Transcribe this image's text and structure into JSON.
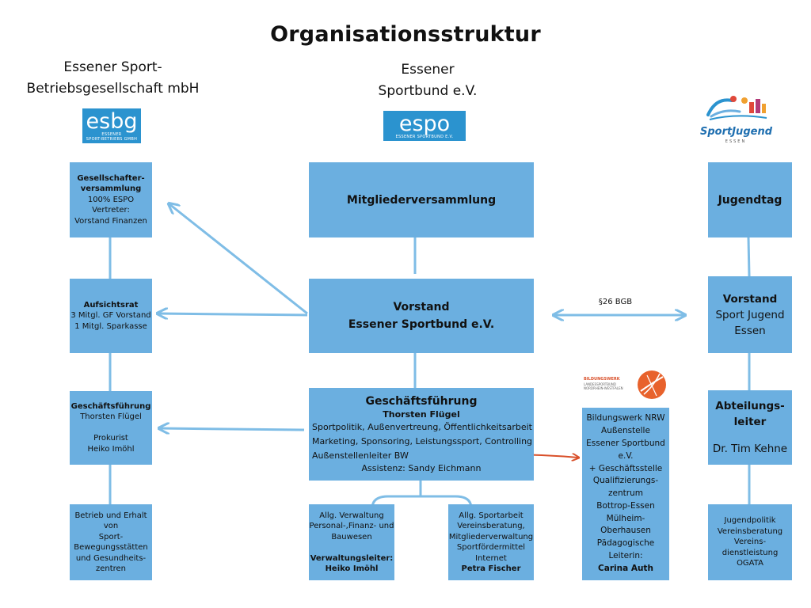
{
  "title": "Organisationsstruktur",
  "left_org_name": "Essener Sport-\nBetriebsgesellschaft mbH",
  "center_org_name": "Essener\nSportbund e.V.",
  "logos": {
    "esbg": {
      "main": "esbg",
      "sub": "ESSENER\nSPORT-BETRIEBS GMBH"
    },
    "espo": {
      "main": "espo",
      "sub": "ESSENER SPORTBUND E.V."
    },
    "sportjugend": {
      "main": "SportJugend",
      "sub": "ESSEN"
    },
    "bildungswerk": {
      "main": "BILDUNGSWERK",
      "sub": "LANDESSPORTBUND\nNORDRHEIN-WESTFALEN"
    }
  },
  "left": {
    "gesellschafter": [
      "Gesellschafter-",
      "versammlung",
      "100% ESPO",
      "Vertreter:",
      "Vorstand Finanzen"
    ],
    "aufsichtsrat": [
      "Aufsichtsrat",
      "3 Mitgl. GF Vorstand",
      "1 Mitgl. Sparkasse"
    ],
    "geschaeftsfuehrung": [
      "Geschäftsführung",
      "Thorsten Flügel",
      "",
      "Prokurist",
      "Heiko Imöhl"
    ],
    "betrieb": [
      "Betrieb und Erhalt",
      "von",
      "Sport-",
      "Bewegungsstätten",
      "und Gesundheits-",
      "zentren"
    ]
  },
  "center": {
    "mitglieder": "Mitgliederversammlung",
    "vorstand": [
      "Vorstand",
      "Essener Sportbund e.V."
    ],
    "gf_title": "Geschäftsführung",
    "gf_name": "Thorsten Flügel",
    "gf_lines": [
      "Sportpolitik, Außenvertreung, Öffentlichkeitsarbeit",
      "Marketing, Sponsoring, Leistungssport, Controlling",
      "Außenstellenleiter BW"
    ],
    "gf_assistenz": "Assistenz: Sandy Eichmann",
    "verwaltung": [
      "Allg. Verwaltung",
      "Personal-,Finanz- und",
      "Bauwesen",
      "",
      "Verwaltungsleiter:",
      "Heiko Imöhl"
    ],
    "sportarbeit": [
      "Allg. Sportarbeit",
      "Vereinsberatung,",
      "Mitgliederverwaltung",
      "Sportfördermittel",
      "Internet",
      "Petra Fischer"
    ]
  },
  "bgb_label": "§26 BGB",
  "bildungswerk_box": [
    "Bildungswerk NRW",
    "Außenstelle",
    "Essener Sportbund",
    "e.V.",
    "+ Geschäftsstelle",
    "Qualifizierungs-",
    "zentrum",
    "Bottrop-Essen",
    "Mülheim-",
    "Oberhausen",
    "Pädagogische",
    "Leiterin:",
    "Carina Auth"
  ],
  "right": {
    "jugendtag": "Jugendtag",
    "vorstand": [
      "Vorstand",
      "Sport Jugend",
      "Essen"
    ],
    "abteilung": [
      "Abteilungs-",
      "leiter",
      "",
      "Dr. Tim Kehne"
    ],
    "jugendpolitik": [
      "Jugendpolitik",
      "Vereinsberatung",
      "Vereins-",
      "dienstleistung",
      "OGATA"
    ]
  },
  "colors": {
    "box": "#6bafe0",
    "line": "#7fbde6",
    "highlight": "#e28a67",
    "arrow_red": "#d9502a",
    "logo_blue": "#2b93cf"
  }
}
